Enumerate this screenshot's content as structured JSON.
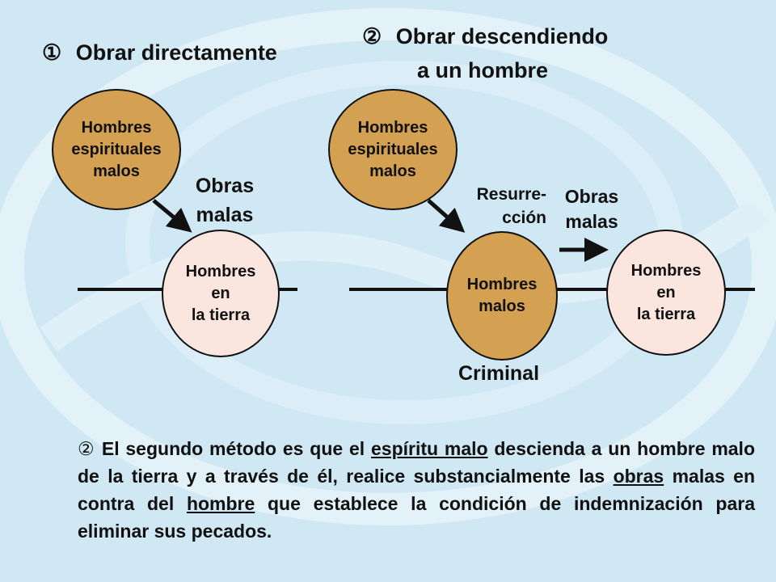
{
  "heading1": {
    "num": "①",
    "text": "Obrar directamente"
  },
  "heading2": {
    "num": "②",
    "line1": "Obrar descendiendo",
    "line2": "a un hombre"
  },
  "diagram1": {
    "top_circle": [
      "Hombres",
      "espirituales",
      "malos"
    ],
    "arrow_label": [
      "Obras",
      "malas"
    ],
    "bottom_circle": [
      "Hombres",
      "en",
      "la tierra"
    ]
  },
  "diagram2": {
    "top_circle": [
      "Hombres",
      "espirituales",
      "malos"
    ],
    "arrow_label": [
      "Resurre-",
      "cción"
    ],
    "middle_circle": [
      "Hombres",
      "malos"
    ],
    "middle_caption": "Criminal",
    "right_arrow_label": [
      "Obras",
      "malas"
    ],
    "right_circle": [
      "Hombres",
      "en",
      "la tierra"
    ]
  },
  "paragraph": {
    "num": "②",
    "parts": [
      " El segundo método es que el ",
      "espíritu malo",
      " descienda a un hombre malo de la tierra y a través de él, realice substancialmente las ",
      "obras",
      " malas en contra del ",
      "hombre",
      " que establece la condición de indemnización para eliminar sus pecados."
    ]
  },
  "colors": {
    "gold": "#d4a052",
    "pink": "#fbe6df",
    "background": "#cfe8f4"
  }
}
